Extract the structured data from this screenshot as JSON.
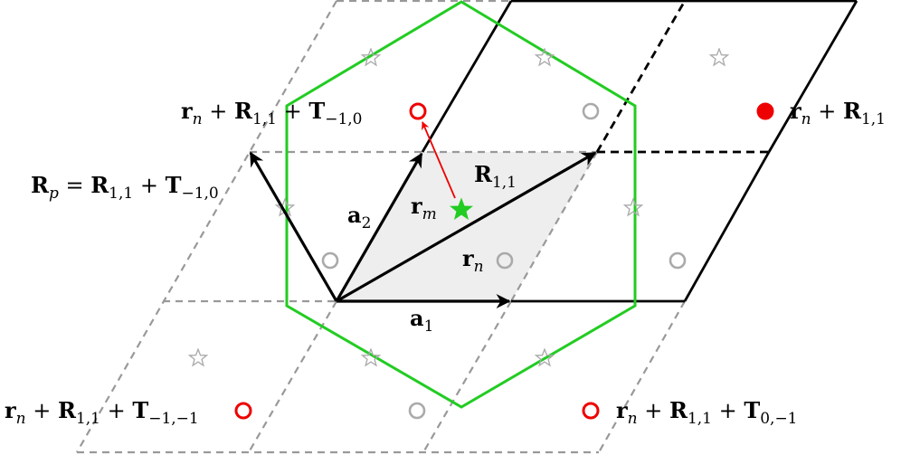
{
  "labels": {
    "rn_R11": {
      "base": "r",
      "sub": "n",
      "plus1": " + ",
      "R": "R",
      "Rsub": "1,1"
    },
    "rn_R11_Tm10": {
      "base": "r",
      "sub": "n",
      "plus1": " + ",
      "R": "R",
      "Rsub": "1,1",
      "plus2": " + ",
      "T": "T",
      "Tsub": "−1,0"
    },
    "Rp_def": {
      "Rp": "R",
      "Rpsub": "p",
      "eq": " = ",
      "R": "R",
      "Rsub": "1,1",
      "plus": " + ",
      "T": "T",
      "Tsub": "−1,0"
    },
    "R11": {
      "R": "R",
      "Rsub": "1,1"
    },
    "rm": {
      "base": "r",
      "sub": "m"
    },
    "a2": {
      "base": "a",
      "sub": "2"
    },
    "rn": {
      "base": "r",
      "sub": "n"
    },
    "a1": {
      "base": "a",
      "sub": "1"
    },
    "rn_R11_Tm1m1": {
      "base": "r",
      "sub": "n",
      "plus1": " + ",
      "R": "R",
      "Rsub": "1,1",
      "plus2": " + ",
      "T": "T",
      "Tsub": "−1,−1"
    },
    "rn_R11_T0m1": {
      "base": "r",
      "sub": "n",
      "plus1": " + ",
      "R": "R",
      "Rsub": "1,1",
      "plus2": " + ",
      "T": "T",
      "Tsub": "0,−1"
    }
  },
  "colors": {
    "hexagon": "#22cc22",
    "lattice_solid": "#000000",
    "lattice_dashed": "#999999",
    "shaded_cell": "#eeeeee",
    "site_gray": "#aaaaaa",
    "site_red": "#ee0000",
    "star_green": "#22cc22",
    "arrow_red": "#ee0000"
  },
  "icons": {
    "site": "circle-icon",
    "filled_site": "filled-circle-icon",
    "center": "star-icon"
  }
}
